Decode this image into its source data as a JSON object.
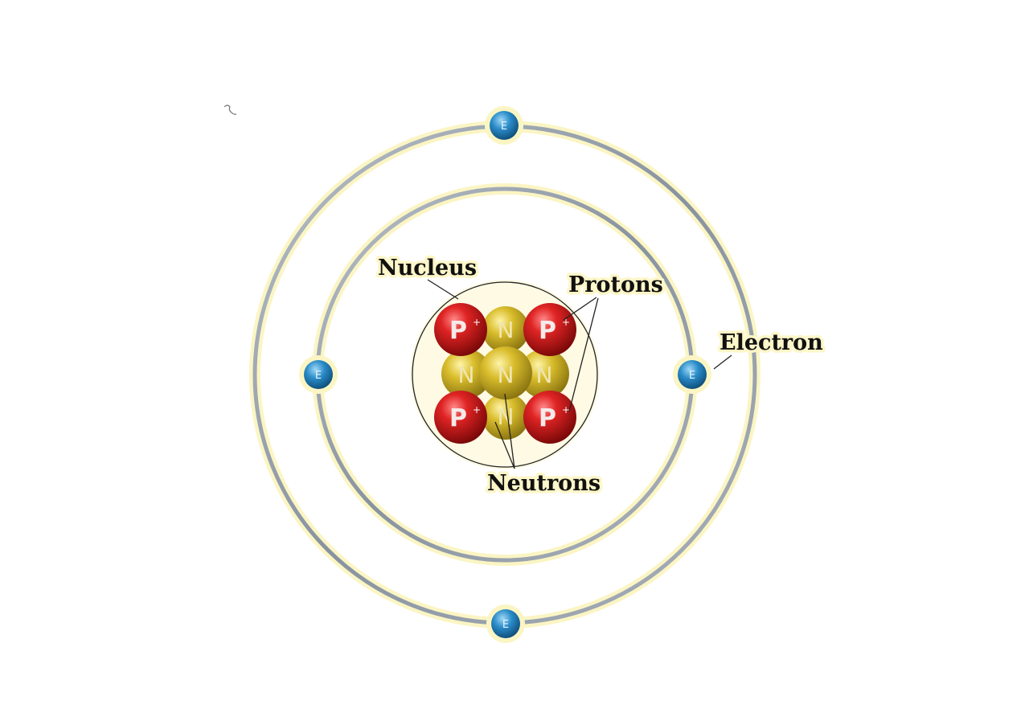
{
  "labels": {
    "nucleus": "Nucleus",
    "protons": "Protons",
    "electron": "Electron",
    "neutrons": "Neutrons"
  },
  "particles": {
    "proton_symbol": "P",
    "proton_charge": "+",
    "neutron_symbol": "N",
    "electron_symbol": "E"
  },
  "colors": {
    "proton": "#d01818",
    "neutron": "#d8bc2a",
    "electron": "#2a8cc8",
    "orbit": "#9aa4ae",
    "glow": "#fbf5c4"
  }
}
